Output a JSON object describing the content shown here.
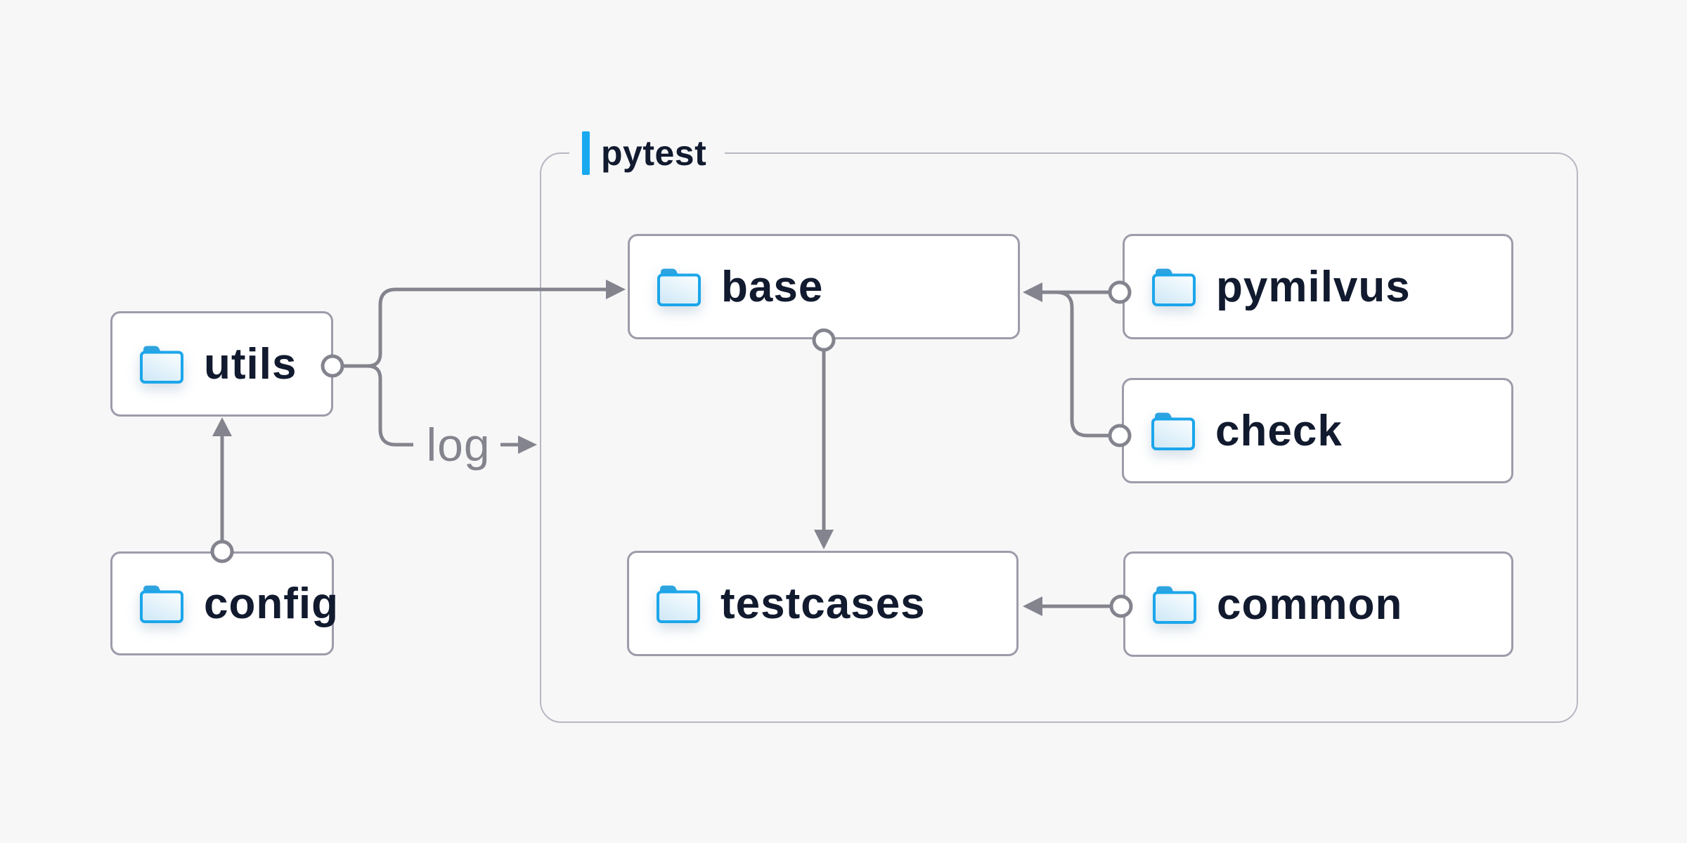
{
  "diagram": {
    "container": {
      "label": "pytest"
    },
    "nodes": {
      "utils": {
        "label": "utils",
        "icon": "folder-icon"
      },
      "config": {
        "label": "config",
        "icon": "folder-icon"
      },
      "base": {
        "label": "base",
        "icon": "folder-icon"
      },
      "pymilvus": {
        "label": "pymilvus",
        "icon": "folder-icon"
      },
      "check": {
        "label": "check",
        "icon": "folder-icon"
      },
      "testcases": {
        "label": "testcases",
        "icon": "folder-icon"
      },
      "common": {
        "label": "common",
        "icon": "folder-icon"
      }
    },
    "edge_label": "log",
    "edges": [
      {
        "from": "config",
        "to": "utils"
      },
      {
        "from": "utils",
        "to": "base"
      },
      {
        "from": "utils",
        "to": "pytest-container",
        "label": "log"
      },
      {
        "from": "pymilvus",
        "to": "base"
      },
      {
        "from": "check",
        "to": "base"
      },
      {
        "from": "base",
        "to": "testcases"
      },
      {
        "from": "common",
        "to": "testcases"
      }
    ],
    "colors": {
      "bg": "#f7f7f8",
      "text": "#111a2e",
      "accent": "#18a9f0",
      "line": "#84848e",
      "muted_text": "#84848e",
      "node_bg": "#ffffff",
      "node_border": "#9c9caa",
      "container_border": "#b7b7c3",
      "folder_stroke": "#1ca6ea",
      "folder_tab": "#2da4e0",
      "folder_fill_1": "#f9fdfe",
      "folder_fill_2": "#cfe8f7"
    }
  }
}
